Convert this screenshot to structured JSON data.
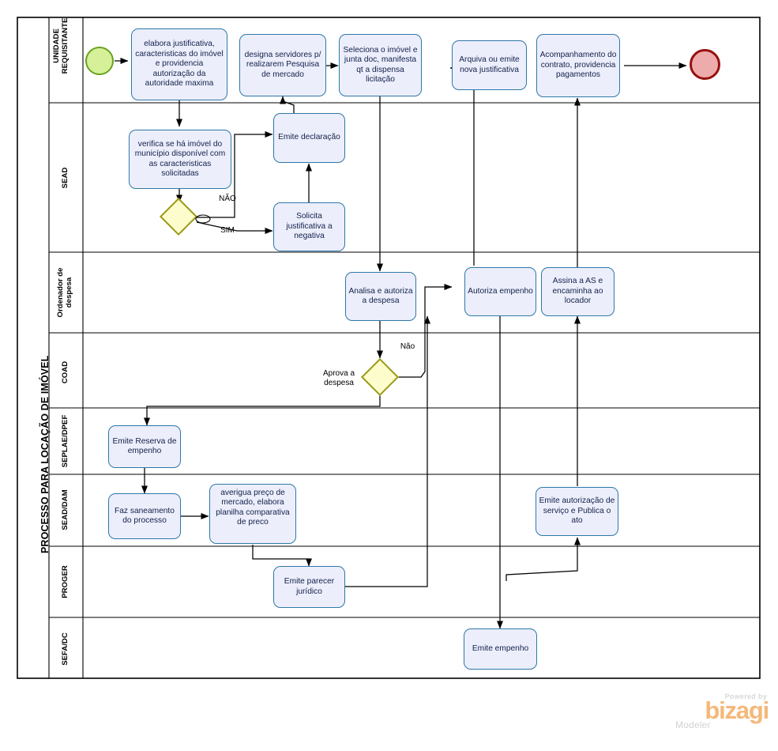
{
  "diagram": {
    "pool_title": "PROCESSO PARA LOCAÇÃO DE IMÓVEL",
    "notation": "BPMN",
    "colors": {
      "task_fill": "#eceefb",
      "task_border": "#2e78a8",
      "start_fill": "#d6f09a",
      "start_border": "#68a320",
      "end_fill": "#eeabac",
      "end_border": "#97110f",
      "gateway_fill": "#fcfccd",
      "gateway_border": "#9a9a18",
      "lane_border": "#000000",
      "brand_orange": "#f5b87a"
    }
  },
  "lanes": [
    {
      "id": "lane-unidade-requisitante",
      "label": "UNIDADE\nREQUISITANTE"
    },
    {
      "id": "lane-sead",
      "label": "SEAD"
    },
    {
      "id": "lane-ordenador-de-despesa",
      "label": "Ordenador de\ndespesa"
    },
    {
      "id": "lane-coad",
      "label": "COAD"
    },
    {
      "id": "lane-seplae-dpef",
      "label": "SEPLAE/DPEF"
    },
    {
      "id": "lane-sead-dam",
      "label": "SEAD/DAM"
    },
    {
      "id": "lane-proger",
      "label": "PROGER"
    },
    {
      "id": "lane-sefa-dc",
      "label": "SEFA/DC"
    }
  ],
  "events": [
    {
      "id": "start-event",
      "type": "start",
      "lane": "lane-unidade-requisitante",
      "label": ""
    },
    {
      "id": "end-event",
      "type": "end",
      "lane": "lane-unidade-requisitante",
      "label": ""
    }
  ],
  "tasks": [
    {
      "id": "task-elabora-justificativa",
      "lane": "lane-unidade-requisitante",
      "label": "elabora justificativa, caracteristicas do imóvel e providencia autorização da autoridade maxima"
    },
    {
      "id": "task-designa-servidores",
      "lane": "lane-unidade-requisitante",
      "label": "designa servidores p/ realizarem Pesquisa de mercado"
    },
    {
      "id": "task-seleciona-imovel",
      "lane": "lane-unidade-requisitante",
      "label": "Seleciona o imóvel e junta doc, manifesta qt a dispensa licitação"
    },
    {
      "id": "task-arquiva-ou-emite",
      "lane": "lane-unidade-requisitante",
      "label": "Arquiva ou emite  nova justificativa"
    },
    {
      "id": "task-acompanhamento-contrato",
      "lane": "lane-unidade-requisitante",
      "label": "Acompanhamento do contrato, providencia pagamentos"
    },
    {
      "id": "task-verifica-imovel",
      "lane": "lane-sead",
      "label": "verifica se há imóvel do município disponível com as caracteristicas solicitadas"
    },
    {
      "id": "task-emite-declaracao",
      "lane": "lane-sead",
      "label": "Emite declaração"
    },
    {
      "id": "task-solicita-justificativa",
      "lane": "lane-sead",
      "label": "Solicita justificativa a negativa"
    },
    {
      "id": "task-analisa-autoriza-despesa",
      "lane": "lane-ordenador-de-despesa",
      "label": "Analisa e autoriza  a despesa"
    },
    {
      "id": "task-autoriza-empenho",
      "lane": "lane-ordenador-de-despesa",
      "label": "Autoriza empenho"
    },
    {
      "id": "task-assina-as",
      "lane": "lane-ordenador-de-despesa",
      "label": "Assina a AS e encaminha ao locador"
    },
    {
      "id": "task-emite-reserva-empenho",
      "lane": "lane-seplae-dpef",
      "label": "Emite Reserva de empenho"
    },
    {
      "id": "task-faz-saneamento",
      "lane": "lane-sead-dam",
      "label": "Faz saneamento do processo"
    },
    {
      "id": "task-averigua-preco",
      "lane": "lane-sead-dam",
      "label": "averigua preço de mercado, elabora planilha comparativa de preco"
    },
    {
      "id": "task-emite-autorizacao-servico",
      "lane": "lane-sead-dam",
      "label": "Emite autorização de serviço e Publica o ato"
    },
    {
      "id": "task-emite-parecer-juridico",
      "lane": "lane-proger",
      "label": "Emite parecer jurídico"
    },
    {
      "id": "task-emite-empenho",
      "lane": "lane-sefa-dc",
      "label": "Emite empenho"
    }
  ],
  "gateways": [
    {
      "id": "gateway-imovel-disponivel",
      "lane": "lane-sead",
      "label": ""
    },
    {
      "id": "gateway-aprova-despesa",
      "lane": "lane-coad",
      "label": "Aprova  a\ndespesa"
    }
  ],
  "flow_labels": [
    {
      "id": "flow-label-nao-maiusculo",
      "text": "NÃO"
    },
    {
      "id": "flow-label-sim",
      "text": "SIM"
    },
    {
      "id": "flow-label-nao",
      "text": "Não"
    },
    {
      "id": "flow-label-aprova-despesa",
      "text": "Aprova  a\ndespesa"
    }
  ],
  "logo": {
    "powered_by": "Powered by",
    "brand": "bizagi",
    "product": "Modeler"
  }
}
